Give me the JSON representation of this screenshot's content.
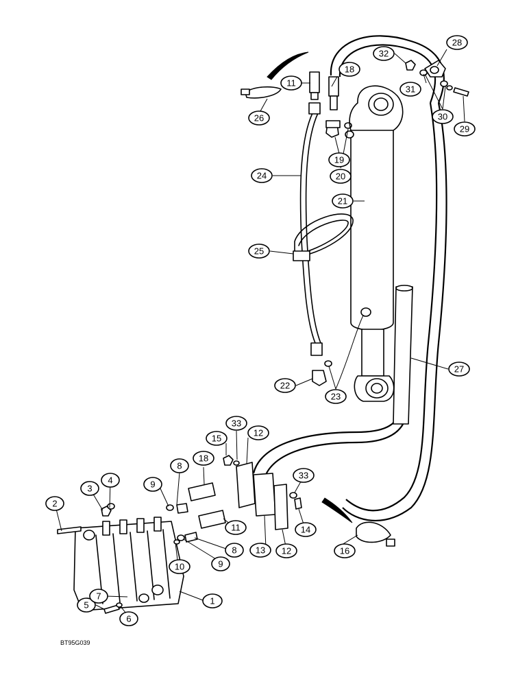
{
  "drawing_code": "BT95G039",
  "callouts": [
    {
      "id": "c1",
      "label": "1"
    },
    {
      "id": "c2",
      "label": "2"
    },
    {
      "id": "c3",
      "label": "3"
    },
    {
      "id": "c4",
      "label": "4"
    },
    {
      "id": "c5",
      "label": "5"
    },
    {
      "id": "c6",
      "label": "6"
    },
    {
      "id": "c7",
      "label": "7"
    },
    {
      "id": "c8a",
      "label": "8"
    },
    {
      "id": "c8b",
      "label": "8"
    },
    {
      "id": "c9a",
      "label": "9"
    },
    {
      "id": "c9b",
      "label": "9"
    },
    {
      "id": "c10",
      "label": "10"
    },
    {
      "id": "c11a",
      "label": "11"
    },
    {
      "id": "c11b",
      "label": "11"
    },
    {
      "id": "c12a",
      "label": "12"
    },
    {
      "id": "c12b",
      "label": "12"
    },
    {
      "id": "c13",
      "label": "13"
    },
    {
      "id": "c14",
      "label": "14"
    },
    {
      "id": "c15",
      "label": "15"
    },
    {
      "id": "c16",
      "label": "16"
    },
    {
      "id": "c18a",
      "label": "18"
    },
    {
      "id": "c18b",
      "label": "18"
    },
    {
      "id": "c19",
      "label": "19"
    },
    {
      "id": "c20",
      "label": "20"
    },
    {
      "id": "c21",
      "label": "21"
    },
    {
      "id": "c22",
      "label": "22"
    },
    {
      "id": "c23",
      "label": "23"
    },
    {
      "id": "c24",
      "label": "24"
    },
    {
      "id": "c25",
      "label": "25"
    },
    {
      "id": "c26",
      "label": "26"
    },
    {
      "id": "c27",
      "label": "27"
    },
    {
      "id": "c28",
      "label": "28"
    },
    {
      "id": "c29",
      "label": "29"
    },
    {
      "id": "c30",
      "label": "30"
    },
    {
      "id": "c31",
      "label": "31"
    },
    {
      "id": "c32",
      "label": "32"
    },
    {
      "id": "c33a",
      "label": "33"
    },
    {
      "id": "c33b",
      "label": "33"
    }
  ]
}
